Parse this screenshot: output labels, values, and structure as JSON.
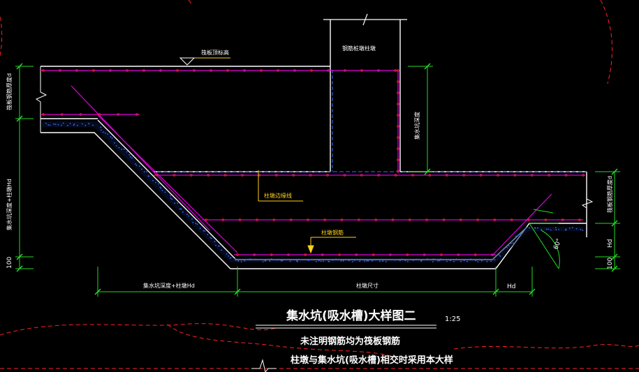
{
  "drawing": {
    "title": "集水坑(吸水槽)大样图二",
    "scale": "1:25",
    "note_line1": "未注明钢筋均为筏板钢筋",
    "note_line2": "柱墩与集水坑(吸水槽)相交时采用本大样"
  },
  "labels": {
    "raft_top_elev": "筏板顶标高",
    "column_pier": "钢筋桩墩柱墩",
    "pit_depth_left": "集水坑深度+柱墩Hd",
    "raft_thickness_left": "筏板钢筋厚度d",
    "pit_depth_right": "集水坑深度",
    "pier_edge_line": "柱墩边缘线",
    "pier_rebar": "柱墩钢筋",
    "raft_thickness_right": "筏板钢筋厚度d",
    "dim_100_left": "100",
    "dim_100_right": "100",
    "dim_hd_right": "Hd",
    "dim_hd_bottom": "Hd",
    "angle": "60°",
    "bottom_left": "集水坑深度+柱墩Hd",
    "bottom_mid": "柱墩尺寸"
  },
  "colors": {
    "background": "#000000",
    "white": "#ffffff",
    "green": "#22dd22",
    "magenta": "#e000e0",
    "yellow": "#ffd11a",
    "dots": "#2f6fff",
    "red": "#ff2222"
  }
}
